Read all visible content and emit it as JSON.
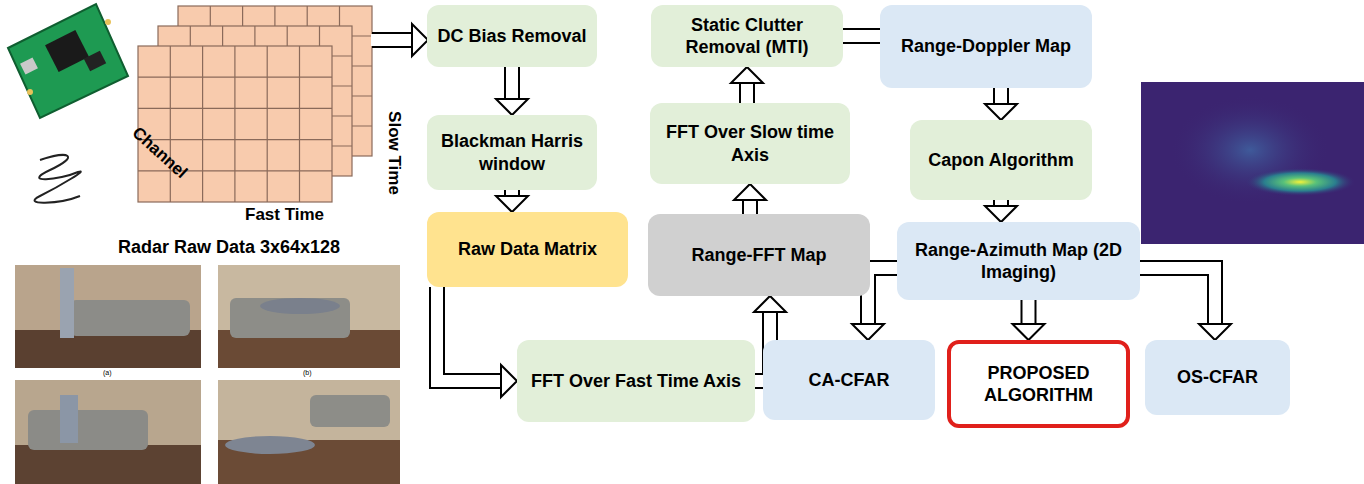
{
  "diagram": {
    "nodes": [
      {
        "text": [
          "DC Bias Removal"
        ]
      },
      {
        "text": [
          "Blackman Harris window"
        ]
      },
      {
        "text": [
          "Raw Data Matrix"
        ]
      },
      {
        "text": [
          "FFT Over Fast Time Axis"
        ]
      },
      {
        "text": [
          "Range-FFT Map"
        ]
      },
      {
        "text": [
          "FFT Over Slow time Axis"
        ]
      },
      {
        "text": [
          "Static Clutter Removal (MTI)"
        ]
      },
      {
        "text": [
          "Range-Doppler Map"
        ]
      },
      {
        "text": [
          "Capon Algorithm"
        ]
      },
      {
        "text": [
          "Range-Azimuth Map (2D Imaging)"
        ]
      },
      {
        "text": [
          "CA-CFAR"
        ]
      },
      {
        "text": [
          "PROPOSED ALGORITHM"
        ]
      },
      {
        "text": [
          "OS-CFAR"
        ]
      }
    ],
    "edges": [
      {
        "from": 0,
        "to": 1,
        "arrow": "to"
      },
      {
        "from": 1,
        "to": 2,
        "arrow": "to"
      },
      {
        "from": 2,
        "to": 3,
        "arrow": "to"
      },
      {
        "from": 3,
        "to": 4,
        "arrow": "to"
      },
      {
        "from": 4,
        "to": 5,
        "arrow": "to"
      },
      {
        "from": 5,
        "to": 6,
        "arrow": "to"
      },
      {
        "from": 6,
        "to": 7,
        "arrow": "none"
      },
      {
        "from": 7,
        "to": 8,
        "arrow": "to"
      },
      {
        "from": 8,
        "to": 9,
        "arrow": "to"
      },
      {
        "from": 9,
        "to": 10,
        "arrow": "to"
      },
      {
        "from": 9,
        "to": 11,
        "arrow": "to"
      },
      {
        "from": 9,
        "to": 12,
        "arrow": "to"
      }
    ],
    "labels": [
      "Channel",
      "Fast Time",
      "Slow Time",
      "Radar Raw Data 3x64x128",
      "(a)",
      "(b)"
    ]
  }
}
